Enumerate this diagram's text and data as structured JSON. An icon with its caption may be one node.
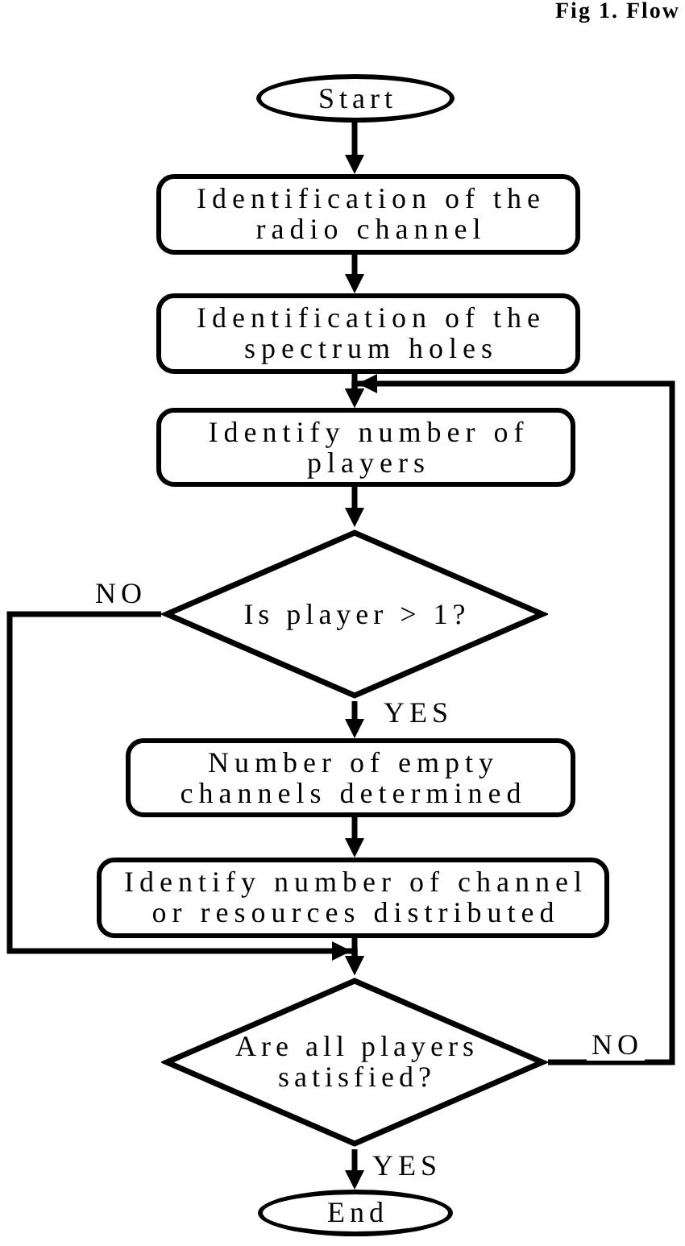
{
  "diagram": {
    "title": "Fig 1. Flow",
    "nodes": [
      {
        "text": [
          "Start"
        ]
      },
      {
        "text": [
          "Identification of the radio channel"
        ]
      },
      {
        "text": [
          "Identification of the spectrum holes"
        ]
      },
      {
        "text": [
          "Identify number of players"
        ]
      },
      {
        "text": [
          "Is player > 1?"
        ]
      },
      {
        "text": [
          "Number of empty channels determined"
        ]
      },
      {
        "text": [
          "Identify number of channel or resources distributed"
        ]
      },
      {
        "text": [
          "Are all players satisfied?"
        ]
      },
      {
        "text": [
          "End"
        ]
      }
    ],
    "edges": [
      {
        "from": 0,
        "to": 1,
        "arrow": "to"
      },
      {
        "from": 1,
        "to": 2,
        "arrow": "to"
      },
      {
        "from": 2,
        "to": 3,
        "arrow": "to"
      },
      {
        "from": 3,
        "to": 4,
        "arrow": "to"
      },
      {
        "from": 4,
        "to": 5,
        "arrow": "to",
        "label": "YES"
      },
      {
        "from": 4,
        "to": 7,
        "arrow": "to",
        "label": "NO"
      },
      {
        "from": 5,
        "to": 6,
        "arrow": "to"
      },
      {
        "from": 6,
        "to": 7,
        "arrow": "to"
      },
      {
        "from": 7,
        "to": 8,
        "arrow": "to",
        "label": "YES"
      },
      {
        "from": 7,
        "to": 3,
        "arrow": "to",
        "label": "NO"
      }
    ]
  }
}
